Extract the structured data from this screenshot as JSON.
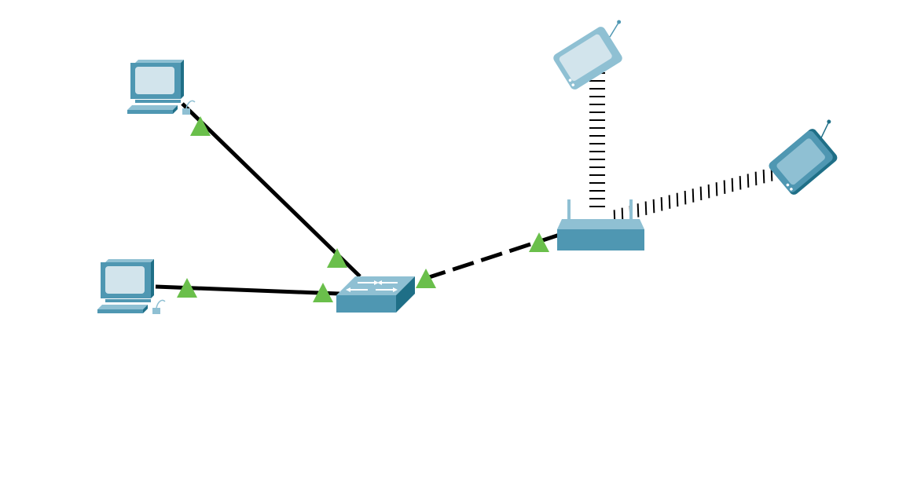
{
  "diagram": {
    "type": "network-topology",
    "background": "#ffffff",
    "colors": {
      "link": "#000000",
      "link_up_indicator": "#6abf4b",
      "device_dark": "#1f6f87",
      "device_mid": "#4f97b2",
      "device_light": "#8fc0d3",
      "screen": "#d2e4ec"
    },
    "devices": [
      {
        "id": "pc-1",
        "kind": "pc",
        "icon": "desktop-computer-icon"
      },
      {
        "id": "pc-2",
        "kind": "pc",
        "icon": "desktop-computer-icon"
      },
      {
        "id": "switch-1",
        "kind": "switch",
        "icon": "switch-icon"
      },
      {
        "id": "wireless-router-1",
        "kind": "wireless-router",
        "icon": "wireless-router-icon"
      },
      {
        "id": "pda-1",
        "kind": "pda",
        "icon": "pda-icon"
      },
      {
        "id": "pda-2",
        "kind": "pda",
        "icon": "pda-icon"
      }
    ],
    "links": [
      {
        "id": "link-pc1-switch",
        "from": "pc-1",
        "to": "switch-1",
        "medium": "copper-straight-through",
        "style": "solid",
        "status": "up"
      },
      {
        "id": "link-pc2-switch",
        "from": "pc-2",
        "to": "switch-1",
        "medium": "copper-straight-through",
        "style": "solid",
        "status": "up"
      },
      {
        "id": "link-switch-router",
        "from": "switch-1",
        "to": "wireless-router-1",
        "medium": "copper-crossover",
        "style": "dashed",
        "status": "up"
      },
      {
        "id": "link-router-pda1",
        "from": "wireless-router-1",
        "to": "pda-1",
        "medium": "wireless",
        "style": "wireless"
      },
      {
        "id": "link-router-pda2",
        "from": "wireless-router-1",
        "to": "pda-2",
        "medium": "wireless",
        "style": "wireless"
      }
    ]
  }
}
